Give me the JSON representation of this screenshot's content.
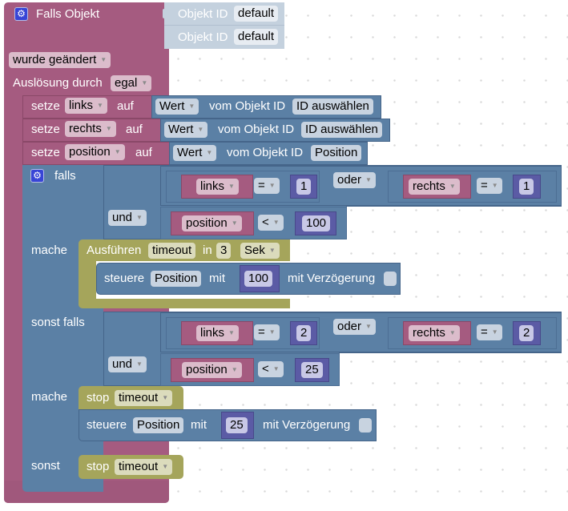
{
  "trigger": {
    "title": "Falls Objekt",
    "object_rows": [
      {
        "label": "Objekt ID",
        "value": "default"
      },
      {
        "label": "Objekt ID",
        "value": "default"
      }
    ],
    "condition_dropdown": "wurde geändert",
    "trigger_label": "Auslösung durch",
    "trigger_dropdown": "egal"
  },
  "set_statements": [
    {
      "keyword": "setze",
      "variable": "links",
      "to": "auf",
      "attr": "Wert",
      "of_label": "vom Objekt ID",
      "object": "ID auswählen"
    },
    {
      "keyword": "setze",
      "variable": "rechts",
      "to": "auf",
      "attr": "Wert",
      "of_label": "vom Objekt ID",
      "object": "ID auswählen"
    },
    {
      "keyword": "setze",
      "variable": "position",
      "to": "auf",
      "attr": "Wert",
      "of_label": "vom Objekt ID",
      "object": "Position"
    }
  ],
  "if_block": {
    "if_label": "falls",
    "do_label": "mache",
    "elseif_label": "sonst falls",
    "else_label": "sonst",
    "cond1": {
      "left": {
        "var": "links",
        "op": "=",
        "value": "1"
      },
      "or_label": "oder",
      "right": {
        "var": "rechts",
        "op": "=",
        "value": "1"
      },
      "and_label": "und",
      "extra": {
        "var": "position",
        "op": "<",
        "value": "100"
      }
    },
    "do1": {
      "timeout_label": "Ausführen",
      "timeout_name": "timeout",
      "in_label": "in",
      "delay": "3",
      "unit": "Sek",
      "control": {
        "keyword": "steuere",
        "object": "Position",
        "with_label": "mit",
        "value": "100",
        "delay_label": "mit Verzögerung"
      }
    },
    "cond2": {
      "left": {
        "var": "links",
        "op": "=",
        "value": "2"
      },
      "or_label": "oder",
      "right": {
        "var": "rechts",
        "op": "=",
        "value": "2"
      },
      "and_label": "und",
      "extra": {
        "var": "position",
        "op": "<",
        "value": "25"
      }
    },
    "do2": {
      "stop_label": "stop",
      "stop_name": "timeout",
      "control": {
        "keyword": "steuere",
        "object": "Position",
        "with_label": "mit",
        "value": "25",
        "delay_label": "mit Verzögerung"
      }
    },
    "else": {
      "stop_label": "stop",
      "stop_name": "timeout"
    }
  }
}
